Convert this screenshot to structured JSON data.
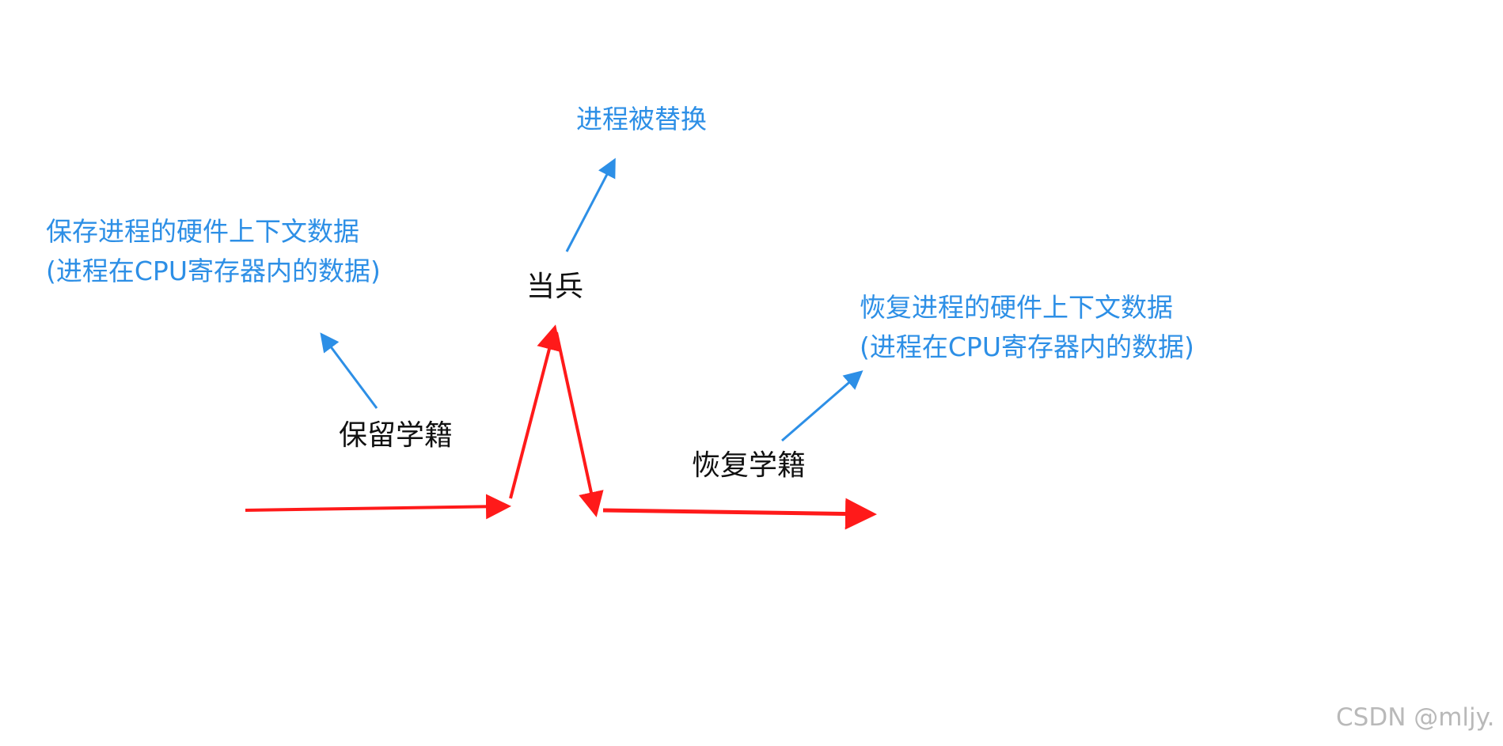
{
  "labels": {
    "replaced": "进程被替换",
    "save_line1": "保存进程的硬件上下文数据",
    "save_line2": "(进程在CPU寄存器内的数据)",
    "soldier": "当兵",
    "restore_line1": "恢复进程的硬件上下文数据",
    "restore_line2": "(进程在CPU寄存器内的数据)",
    "keep_status": "保留学籍",
    "restore_status": "恢复学籍"
  },
  "watermark": "CSDN @mljy.",
  "colors": {
    "blue": "#2d8fe6",
    "red": "#ff1a1a",
    "text": "#111111",
    "watermark": "#b9b9b9"
  }
}
